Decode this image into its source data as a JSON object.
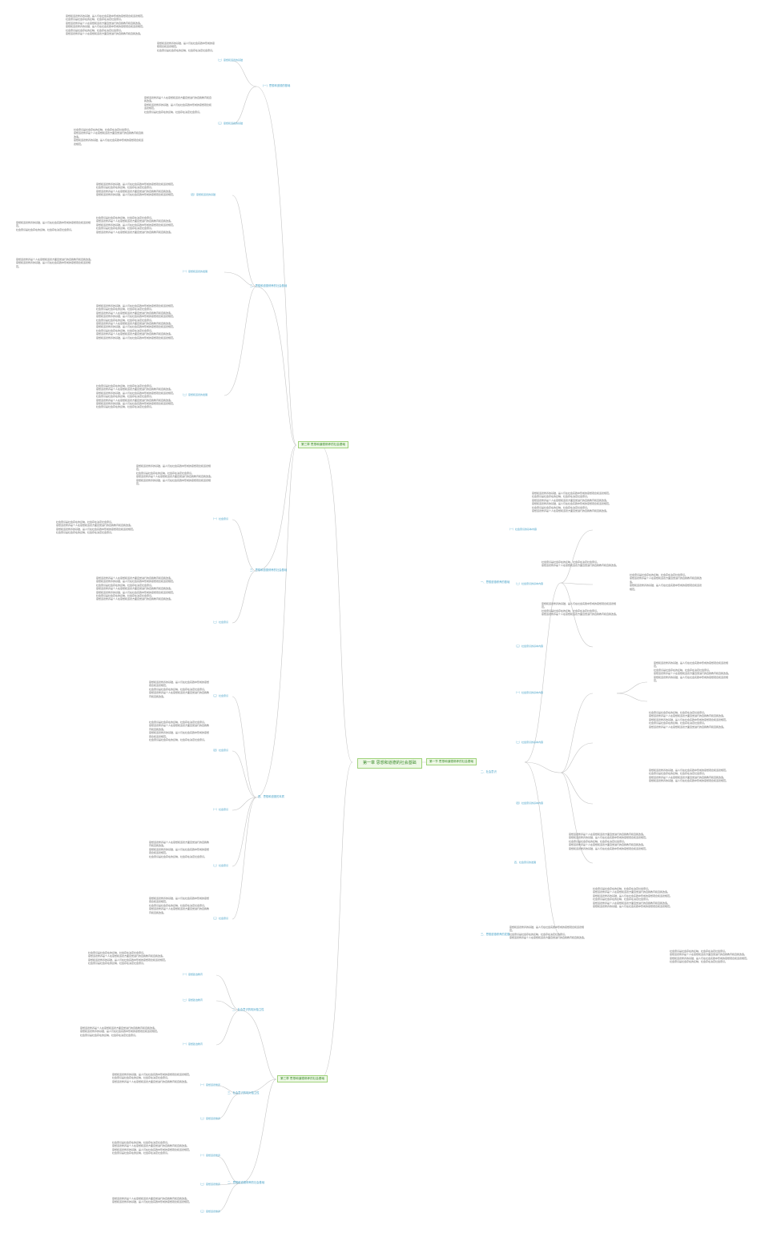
{
  "colors": {
    "accent_green": "#3a8a2a",
    "accent_blue": "#4aa3c8",
    "line": "#c6c6c6",
    "highlight_red": "#d9534f",
    "highlight_orange": "#e89a2c",
    "text": "#666666"
  },
  "root": {
    "label": "第一章 思想和道德的社会基础"
  },
  "left": {
    "chapters": [
      {
        "label": "第三章 思想和道德修养的社会基础"
      },
      {
        "label": "第三章 思想和道德修养的社会基础"
      }
    ],
    "sections": [
      {
        "label": "（一）思想和道德的基础"
      },
      {
        "label": "（二）思想和道德的基础"
      },
      {
        "label": "（三）思想和道德的基础"
      },
      {
        "label": "（四）思想和道德的基础"
      },
      {
        "label": "二、思想和道德修养的社会基础"
      },
      {
        "label": "三、思想和道德修养的社会基础"
      },
      {
        "label": "（一）思想和道德的发展"
      },
      {
        "label": "（二）思想和道德的发展"
      },
      {
        "label": "四、思想和道德的本质"
      },
      {
        "label": "（一）社会意识"
      },
      {
        "label": "（二）社会意识"
      },
      {
        "label": "（三）社会意识"
      },
      {
        "label": "（四）社会意识"
      },
      {
        "label": "二、社会意识的相对独立性"
      },
      {
        "label": "（一）思想政治教育"
      },
      {
        "label": "（二）思想政治教育"
      },
      {
        "label": "三、社会意识的相对独立性"
      },
      {
        "label": "（一）思想道德修养"
      },
      {
        "label": "（二）思想道德修养"
      },
      {
        "label": "（三）思想道德修养"
      }
    ]
  },
  "right": {
    "chapters": [
      {
        "label": "第一节 思想和道德修养的社会基础"
      }
    ],
    "sections": [
      {
        "label": "一、思想道德修养的基础"
      },
      {
        "label": "二、社会意识"
      },
      {
        "label": "三、思想道德修养的发展"
      },
      {
        "label": "（一）社会意识的基本内容"
      },
      {
        "label": "（二）社会意识的基本内容"
      },
      {
        "label": "（三）社会意识的基本内容"
      },
      {
        "label": "（四）社会意识的基本内容"
      },
      {
        "label": "四、社会意识的发展"
      }
    ]
  },
  "paragraph_text": {
    "sample_a": "思想和道德修养的基础，是人们在社会实践中形成的思想观念和道德规范。",
    "sample_b": "社会意识是社会存在的反映，社会存在决定社会意识。",
    "sample_c": "思想道德修养是个人在思想和道德方面自觉进行的自我教育和自我改造。"
  }
}
